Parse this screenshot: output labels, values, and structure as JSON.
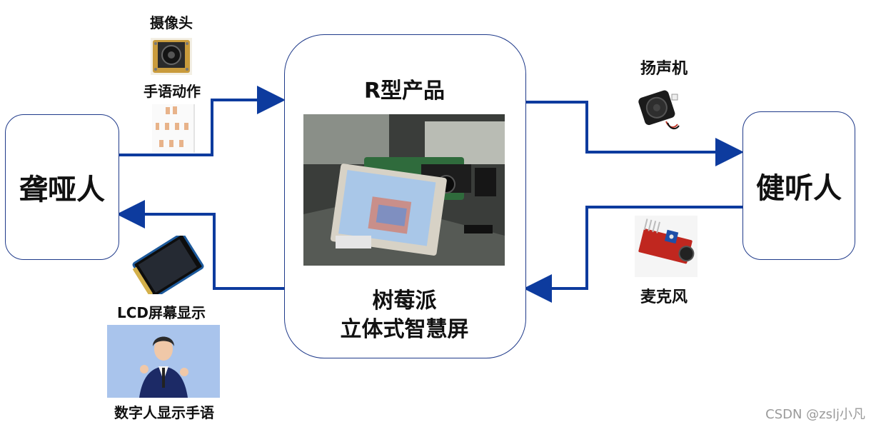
{
  "actors": {
    "deaf": "聋哑人",
    "hearing": "健听人"
  },
  "center": {
    "title": "R型产品",
    "subtitle_line1": "树莓派",
    "subtitle_line2": "立体式智慧屏"
  },
  "components": {
    "camera": "摄像头",
    "gesture": "手语动作",
    "lcd": "LCD屏幕显示",
    "avatar_sign": "数字人显示手语",
    "speaker": "扬声机",
    "microphone": "麦克风"
  },
  "icons": [
    "camera-icon",
    "hand-sign-icon",
    "lcd-screen-icon",
    "digital-avatar-icon",
    "speaker-icon",
    "microphone-icon",
    "raspberry-pi-photo"
  ],
  "colors": {
    "arrow": "#0d3b9e",
    "box_border": "#1f3a8a"
  },
  "watermark": "CSDN @zslj小凡"
}
